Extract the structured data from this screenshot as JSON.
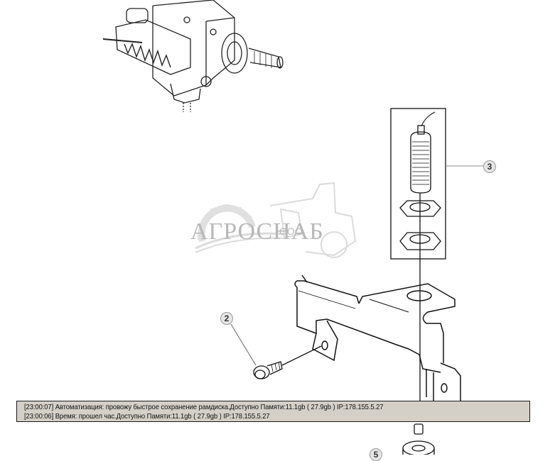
{
  "diagram": {
    "callouts": [
      {
        "number": "2",
        "label": "bolt"
      },
      {
        "number": "3",
        "label": "sensor-with-nuts"
      },
      {
        "number": "5",
        "label": "bushing"
      }
    ],
    "watermark": {
      "company_prefix": "ООО",
      "company_name": "АГРОСНАБ"
    }
  },
  "log": {
    "lines": [
      {
        "time": "[23:00:07]",
        "text": "Автоматизация: провожу быстрое сохранение рамдиска.Доступно Памяти:11.1gb  ( 27.9gb ) IP:178.155.5.27"
      },
      {
        "time": "[23:00:06]",
        "text": "Время: прошел час.Доступно Памяти:11.1gb  ( 27.9gb ) IP:178.155.5.27"
      }
    ]
  }
}
